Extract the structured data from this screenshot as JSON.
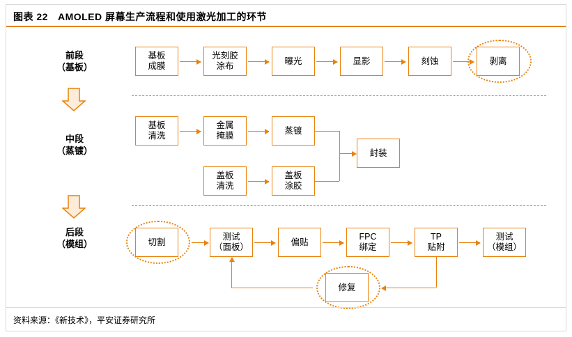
{
  "header": {
    "number": "图表 22",
    "title": "AMOLED 屏幕生产流程和使用激光加工的环节"
  },
  "footer": {
    "source": "资料来源：《新技术》，平安证券研究所"
  },
  "colors": {
    "accent": "#e8820c",
    "border": "#d9d9d9",
    "text": "#000000"
  },
  "stages": [
    {
      "label": "前段\n（基板）"
    },
    {
      "label": "中段\n（蒸镀）"
    },
    {
      "label": "后段\n（模组）"
    }
  ],
  "front_section": {
    "boxes": [
      {
        "label": "基板\n成膜",
        "highlight": false
      },
      {
        "label": "光刻胶\n涂布",
        "highlight": false
      },
      {
        "label": "曝光",
        "highlight": false
      },
      {
        "label": "显影",
        "highlight": false
      },
      {
        "label": "刻蚀",
        "highlight": false
      },
      {
        "label": "剥离",
        "highlight": true
      }
    ]
  },
  "middle_section": {
    "row_top": [
      {
        "label": "基板\n清洗"
      },
      {
        "label": "金属\n掩膜"
      },
      {
        "label": "蒸镀"
      }
    ],
    "row_bottom": [
      {
        "label": "盖板\n清洗"
      },
      {
        "label": "盖板\n涂胶"
      }
    ],
    "merge_box": {
      "label": "封装"
    }
  },
  "back_section": {
    "boxes": [
      {
        "label": "切割",
        "highlight": true
      },
      {
        "label": "测试\n（面板）",
        "highlight": false
      },
      {
        "label": "偏贴",
        "highlight": false
      },
      {
        "label": "FPC\n绑定",
        "highlight": false
      },
      {
        "label": "TP\n贴附",
        "highlight": false
      },
      {
        "label": "测试\n（模组）",
        "highlight": false
      }
    ],
    "repair_box": {
      "label": "修复",
      "highlight": true
    }
  }
}
